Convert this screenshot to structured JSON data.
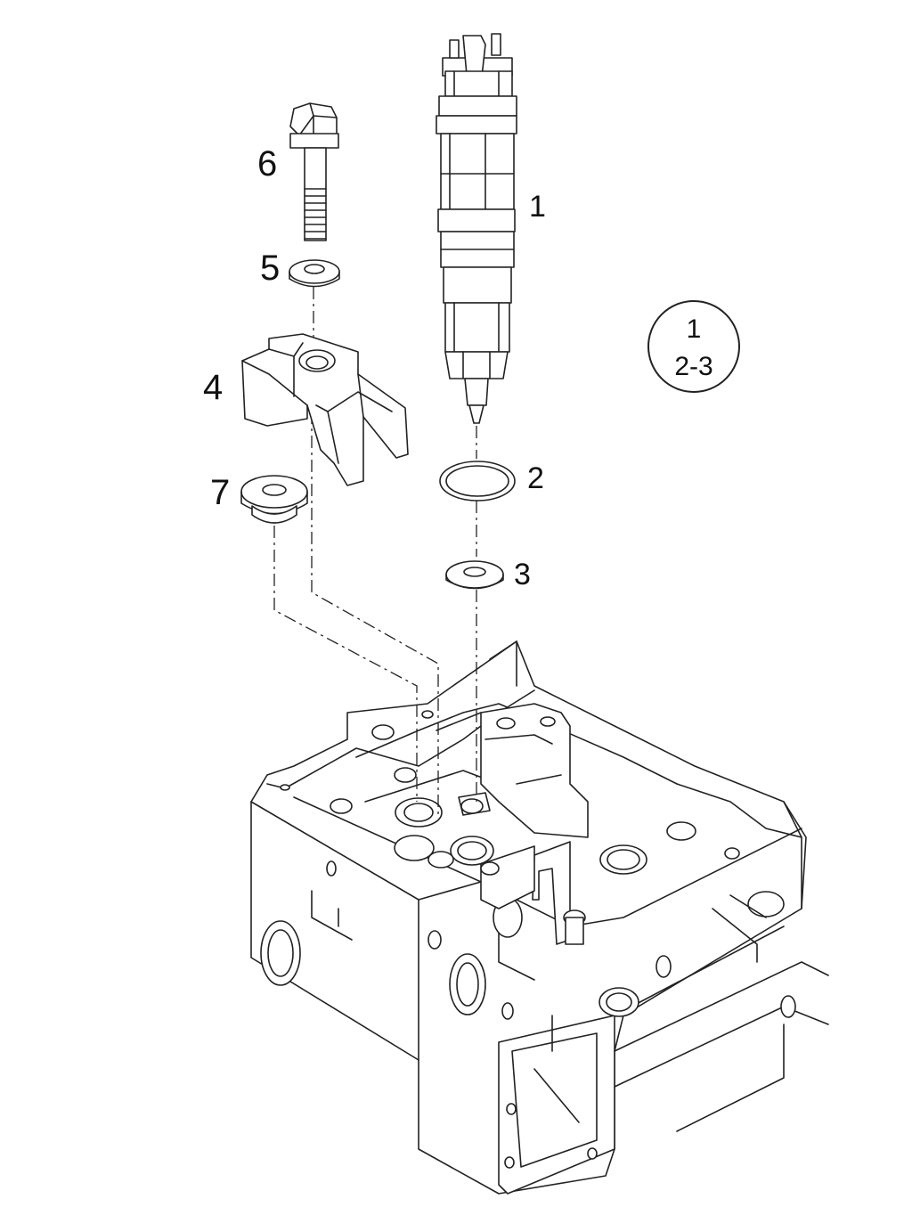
{
  "callouts": {
    "c1": "1",
    "c2": "2",
    "c3": "3",
    "c4": "4",
    "c5": "5",
    "c6": "6",
    "c7": "7"
  },
  "badge": {
    "top": "1",
    "bottom": "2-3"
  },
  "colors": {
    "line": "#222222",
    "background": "#ffffff"
  }
}
